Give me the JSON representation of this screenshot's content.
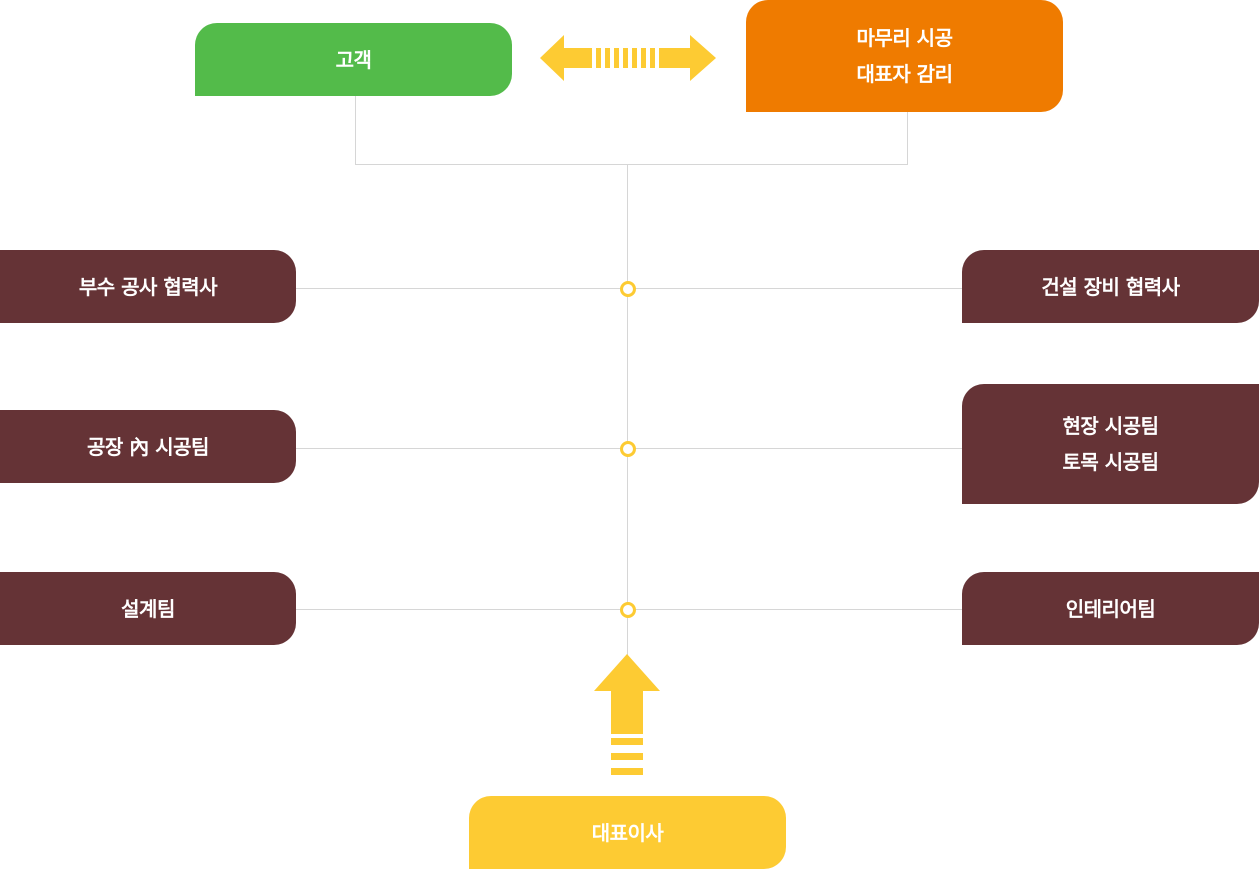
{
  "customer": {
    "label": "고객"
  },
  "finish_supervision": {
    "line1": "마무리 시공",
    "line2": "대표자 감리"
  },
  "left_nodes": [
    {
      "label": "부수 공사 협력사"
    },
    {
      "label": "공장 內 시공팀"
    },
    {
      "label": "설계팀"
    }
  ],
  "right_nodes": [
    {
      "line1": "건설 장비 협력사"
    },
    {
      "line1": "현장 시공팀",
      "line2": "토목 시공팀"
    },
    {
      "line1": "인테리어팀"
    }
  ],
  "ceo": {
    "label": "대표이사"
  },
  "colors": {
    "green": "#53bb4a",
    "orange": "#ef7b00",
    "maroon": "#653336",
    "yellow": "#fdcb33",
    "line": "#d6d6d6"
  },
  "icons": {
    "top_arrow": "double-headed-arrow-icon",
    "bottom_arrow": "up-arrow-icon",
    "junction": "circle-node-icon"
  }
}
